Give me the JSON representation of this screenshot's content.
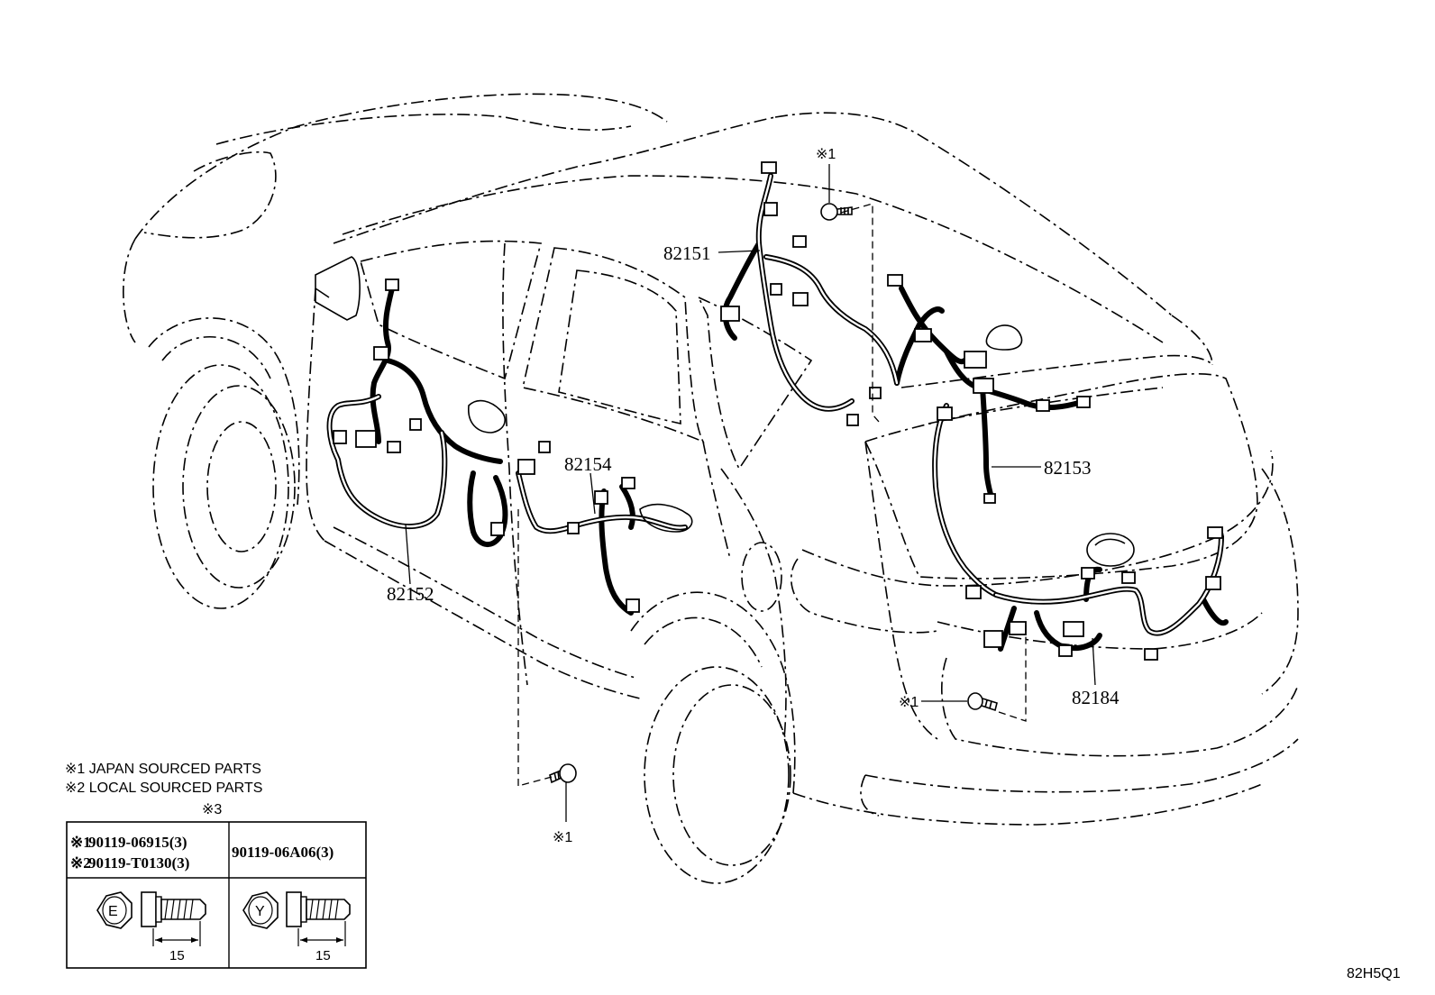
{
  "diagram_id": "82H5Q1",
  "part_labels": {
    "p82151": "82151",
    "p82152": "82152",
    "p82153": "82153",
    "p82154": "82154",
    "p82184": "82184"
  },
  "bolt_markers": {
    "roof": "※1",
    "floor": "※1",
    "rear": "※1"
  },
  "legend": {
    "note1": "※1  JAPAN SOURCED PARTS",
    "note2": "※2  LOCAL SOURCED PARTS",
    "note3": "※3"
  },
  "bolt_table": {
    "col1_row1_mark": "※1",
    "col1_row1_part": "90119-06915(3)",
    "col1_row2_mark": "※2",
    "col1_row2_part": "90119-T0130(3)",
    "col2_part": "90119-06A06(3)",
    "col1_head_mark": "E",
    "col2_head_mark": "Y",
    "col1_length": "15",
    "col2_length": "15"
  }
}
